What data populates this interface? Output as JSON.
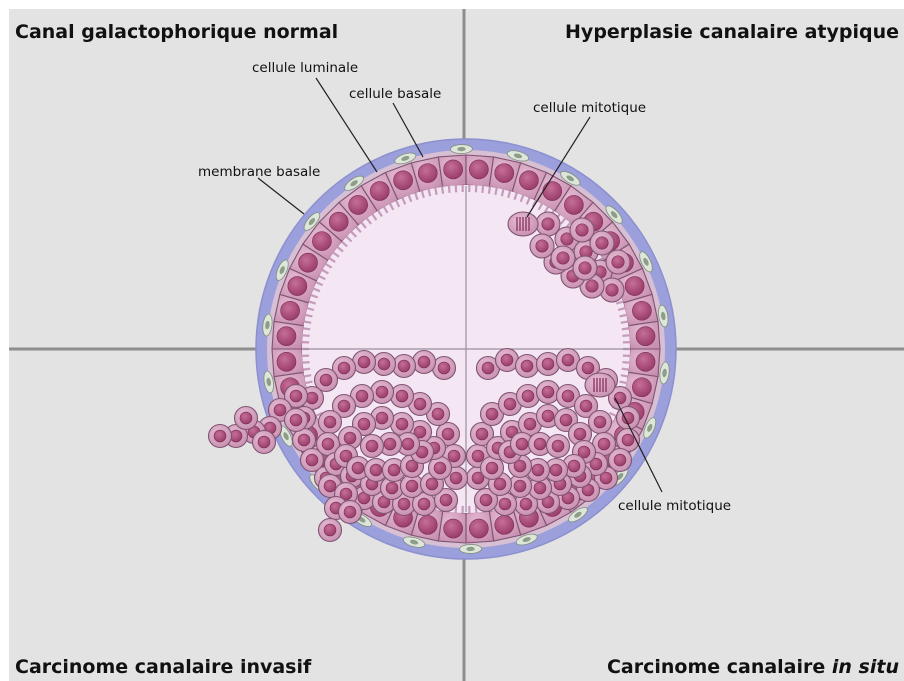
{
  "quadrants": {
    "top_left": "Canal galactophorique normal",
    "top_right": "Hyperplasie canalaire atypique",
    "bottom_left": "Carcinome canalaire invasif",
    "bottom_right_prefix": "Carcinome canalaire ",
    "bottom_right_italic": "in situ"
  },
  "labels": {
    "luminal_cell": "cellule luminale",
    "basal_cell": "cellule basale",
    "basement_membrane": "membrane basale",
    "mitotic_cell_top": "cellule mitotique",
    "mitotic_cell_bottom": "cellule mitotique"
  },
  "colors": {
    "background": "#e3e3e3",
    "divider": "#8e8e8e",
    "membrane": "#9b9fdc",
    "lumen": "#f4e6f2",
    "cell": "#d4a2be",
    "nucleus": "#ad4d7b",
    "cell_outline": "#7e5472",
    "basal_cell": "#dde6d8"
  }
}
